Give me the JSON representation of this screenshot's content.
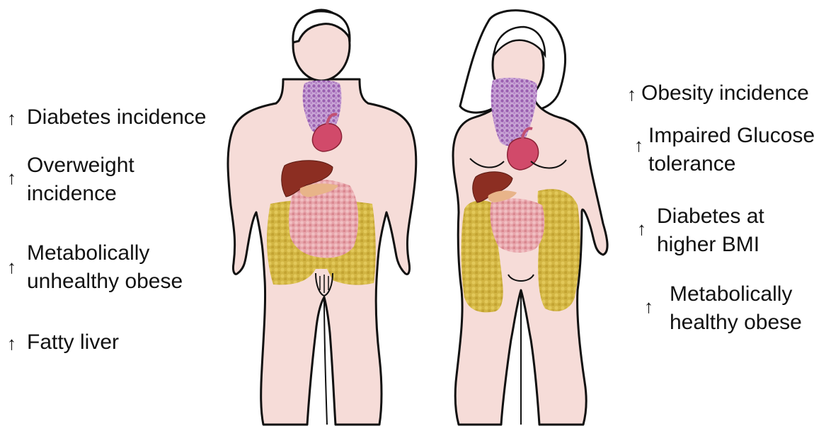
{
  "arrow_glyph": "↑",
  "left_labels": [
    {
      "lines": [
        "Diabetes incidence"
      ]
    },
    {
      "lines": [
        "Overweight",
        "incidence"
      ]
    },
    {
      "lines": [
        "Metabolically",
        "unhealthy obese"
      ]
    },
    {
      "lines": [
        "Fatty liver"
      ]
    }
  ],
  "right_labels": [
    {
      "lines": [
        "Obesity incidence"
      ]
    },
    {
      "lines": [
        "Impaired Glucose",
        "tolerance"
      ]
    },
    {
      "lines": [
        "Diabetes at",
        "higher BMI"
      ]
    },
    {
      "lines": [
        "Metabolically",
        "healthy obese"
      ]
    }
  ],
  "colors": {
    "skin": "#f6dcd8",
    "outline": "#111111",
    "thyroid": "#9a5fb0",
    "heart": "#d14a6a",
    "liver": "#8c2e22",
    "visceral_fat": "#e39aa3",
    "subcutaneous_fat": "#cdb13a"
  }
}
